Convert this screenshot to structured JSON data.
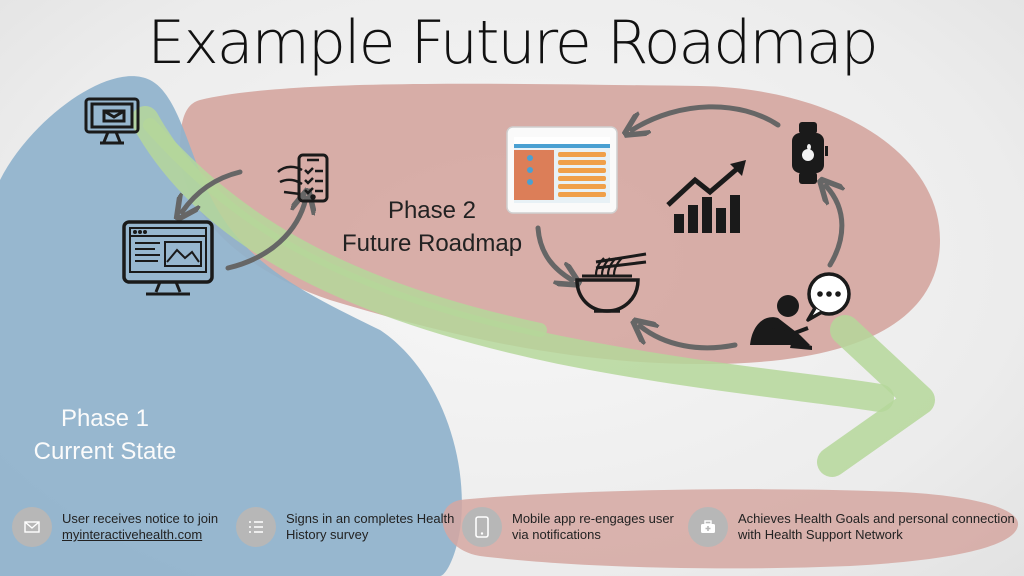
{
  "title": "Example Future Roadmap",
  "phases": {
    "phase1": {
      "line1": "Phase 1",
      "line2": "Current State"
    },
    "phase2": {
      "line1": "Phase 2",
      "line2": "Future Roadmap"
    }
  },
  "steps": [
    {
      "line1": "User receives notice to join",
      "line2": "myinteractivehealth.com",
      "icon": "envelope-icon"
    },
    {
      "line1": "Signs in an completes Health",
      "line2": "History survey",
      "icon": "checklist-icon"
    },
    {
      "line1": "Mobile app re-engages user",
      "line2": "via notifications",
      "icon": "mobile-phone-icon"
    },
    {
      "line1": "Achieves Health Goals and personal connection",
      "line2": "with Health Support Network",
      "icon": "first-aid-kit-icon"
    }
  ],
  "colors": {
    "phase1_blob": "#8fb2cc",
    "phase2_blob": "#d5a7a1",
    "flow_arrow": "#b5d79a",
    "icons": "#1a1a1a",
    "step_circle": "#b7b7b7"
  }
}
